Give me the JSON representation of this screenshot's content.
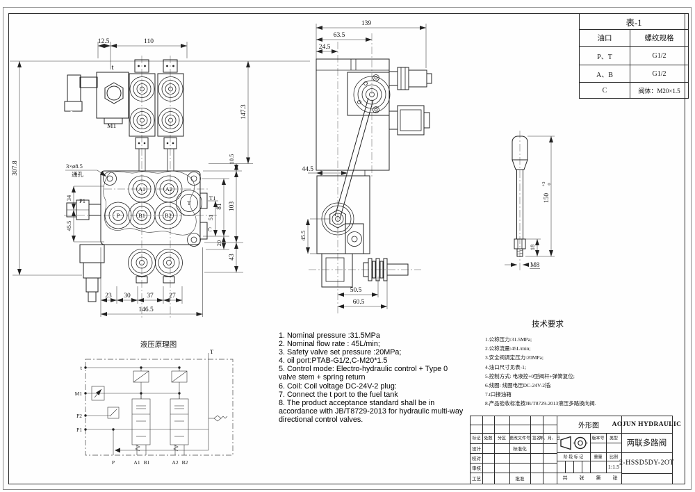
{
  "table1": {
    "title": "表-1",
    "headers": {
      "port": "油口",
      "thread": "螺纹规格"
    },
    "rows": [
      {
        "port": "P、T",
        "thread": "G1/2"
      },
      {
        "port": "A、B",
        "thread": "G1/2"
      },
      {
        "port": "C",
        "thread": "阀体：M20×1.5"
      }
    ]
  },
  "front_view": {
    "dims": {
      "top_a": "12.5",
      "top_b": "110",
      "left_total": "307.8",
      "right_a": "147.3",
      "right_b": "10.5",
      "right_c": "103",
      "right_d": "43",
      "inner_a": "81",
      "inner_b": "20",
      "inner_c": "51",
      "left_a": "34",
      "left_b": "45.5",
      "bot_a": "23",
      "bot_b": "30",
      "bot_c": "37",
      "bot_d": "27",
      "bot_total": "146.5",
      "hole": "3×ø8.5",
      "hole_note": "通孔"
    },
    "labels": {
      "t": "t",
      "m1": "M1",
      "p1": "P1",
      "t1": "T1",
      "c": "C",
      "a1": "A1",
      "a2": "A2",
      "tp": "T",
      "p": "P",
      "b1": "B1",
      "b2": "B2"
    }
  },
  "side_view": {
    "dims": {
      "top_a": "139",
      "top_b": "63.5",
      "top_c": "24.5",
      "left_a": "44.5",
      "left_b": "45.5",
      "bot_a": "50.5",
      "bot_b": "60.5"
    }
  },
  "handle_view": {
    "dims": {
      "length": "150",
      "tol_hi": "+3",
      "tol_lo": "0",
      "nut": "18",
      "thread": "M8"
    }
  },
  "schematic": {
    "title": "液压原理图",
    "left_ports": [
      "t",
      "M1",
      "P2",
      "P1"
    ],
    "top_port": "T",
    "bottom_ports": [
      "P",
      "A1",
      "B1",
      "A2",
      "B2"
    ]
  },
  "notes_en": [
    "1. Nominal pressure :31.5MPa",
    "2. Nominal flow rate : 45L/min;",
    "3. Safety valve set pressure :20MPa;",
    "4. oil port:PTAB-G1/2,C-M20*1.5",
    "5. Control mode: Electro-hydraulic control + Type 0",
    "valve stem + spring return",
    "6. Coil: Coil voltage DC-24V-2 plug:",
    "7. Connect the t port to the fuel tank",
    "8. The product acceptance standard shall be in",
    "accordance with JB/T8729-2013 for hydraulic multi-way",
    " directional control valves."
  ],
  "tech_req": {
    "title": "技术要求",
    "items": [
      "1.公称压力:31.5MPa;",
      "2.公称流量:45L/min;",
      "3.安全阀调定压力:20MPa;",
      "4.油口尺寸见表-1;",
      "5.控制方式: 电液控+0型阀杆+弹簧复位;",
      "6.线圈: 线圈电压DC-24V-2插;",
      "7.t口接油箱",
      "8.产品验收标准按JB/T8729-2013液压多路换向阀."
    ]
  },
  "title_block": {
    "view_type": "外形图",
    "company": "AOJUN HYDRAULIC",
    "product": "两联多路阀",
    "model": "2-HSSD5DY-2OT",
    "version_label": "版本号",
    "type_label": "类型",
    "stage_label": "阶 段 标 记",
    "weight_label": "重量",
    "scale_label": "比例",
    "scale_value": "1:1.5",
    "sheet_labels": [
      "共",
      "张",
      "第",
      "张"
    ],
    "header_row": [
      "标记",
      "处数",
      "分区",
      "更改文件号",
      "签名",
      "年、月、日"
    ],
    "sig_labels": {
      "design": "设计",
      "check": "校对",
      "audit": "审核",
      "process": "工艺",
      "standard": "标准化",
      "approve": "批准"
    }
  }
}
